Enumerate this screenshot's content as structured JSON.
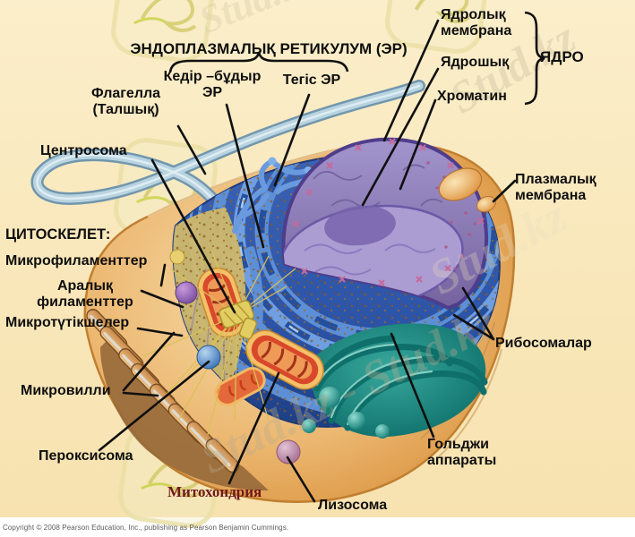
{
  "diagram": {
    "subject": "animal-cell-diagram",
    "title": "ЭНДОПЛАЗМАЛЫҚ РЕТИКУЛУМ (ЭР)",
    "er_group": {
      "rough_er_line1": "Кедір –бұдыр",
      "rough_er_line2": "ЭР",
      "smooth_er": "Тегіс ЭР"
    },
    "nucleus_group": {
      "brace_label": "ЯДРО",
      "nuclear_membrane_line1": "Ядролық",
      "nuclear_membrane_line2": "мембрана",
      "nucleolus": "Ядрошық",
      "chromatin": "Хроматин"
    },
    "labels": {
      "flagella_line1": "Флагелла",
      "flagella_line2": "(Талшық)",
      "centrosome": "Центросома",
      "cytoskeleton_heading": "ЦИТОСКЕЛЕТ:",
      "microfilaments": "Микрофиламенттер",
      "intermediate_line1": "Аралық",
      "intermediate_line2": "филаменттер",
      "microtubules": "Микротүтікшелер",
      "microvilli": "Микровилли",
      "peroxisome": "Пероксисома",
      "mitochondria": "Митохондрия",
      "lysosome": "Лизосома",
      "golgi_line1": "Гольджи",
      "golgi_line2": "аппараты",
      "ribosomes": "Рибосомалар",
      "plasma_membrane_line1": "Плазмалық",
      "plasma_membrane_line2": "мембрана"
    },
    "copyright": "Copyright © 2008 Pearson Education, Inc., publishing as Pearson Benjamin Cummings.",
    "watermark": {
      "text": "Stud.kz",
      "text_pair": "Stud.kz - Stud.kz",
      "text_top": "Stud.kz - S"
    },
    "colors": {
      "background": "#FAE9C1",
      "footer": "#FFFFFF",
      "label_text": "#0E0E0E",
      "mitochondria_label": "#701818",
      "watermark": "#C9BDA0",
      "cell_body": "#E9B266",
      "er_blue": "#4A7FD0",
      "nucleus_purple": "#8F7FC2",
      "golgi_teal": "#1F9490",
      "mitochondria_orange": "#D9482A",
      "flagellum_blue": "#B0CCD8"
    }
  }
}
